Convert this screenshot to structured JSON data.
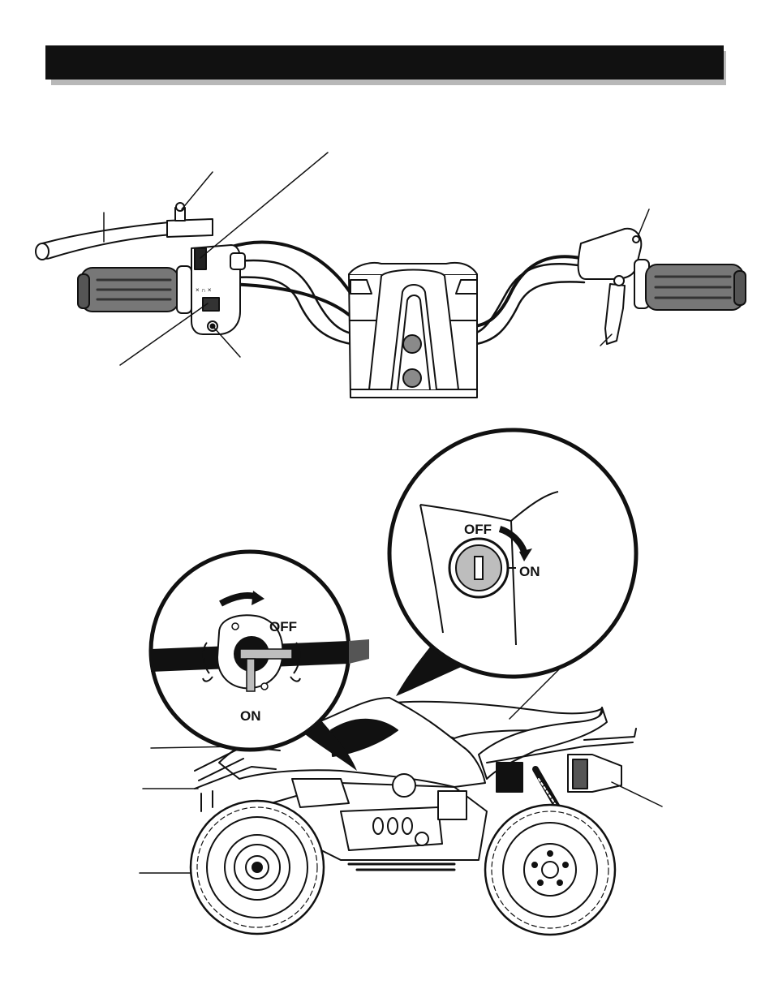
{
  "header": {
    "title": ""
  },
  "ignition_inset": {
    "off_label": "OFF",
    "on_label": "ON"
  },
  "fuel_valve_inset": {
    "off_label": "OFF",
    "on_label": "ON"
  },
  "colors": {
    "header": "#111111",
    "ink": "#111111",
    "grip": "#707070",
    "metal": "#c8c8c8"
  }
}
